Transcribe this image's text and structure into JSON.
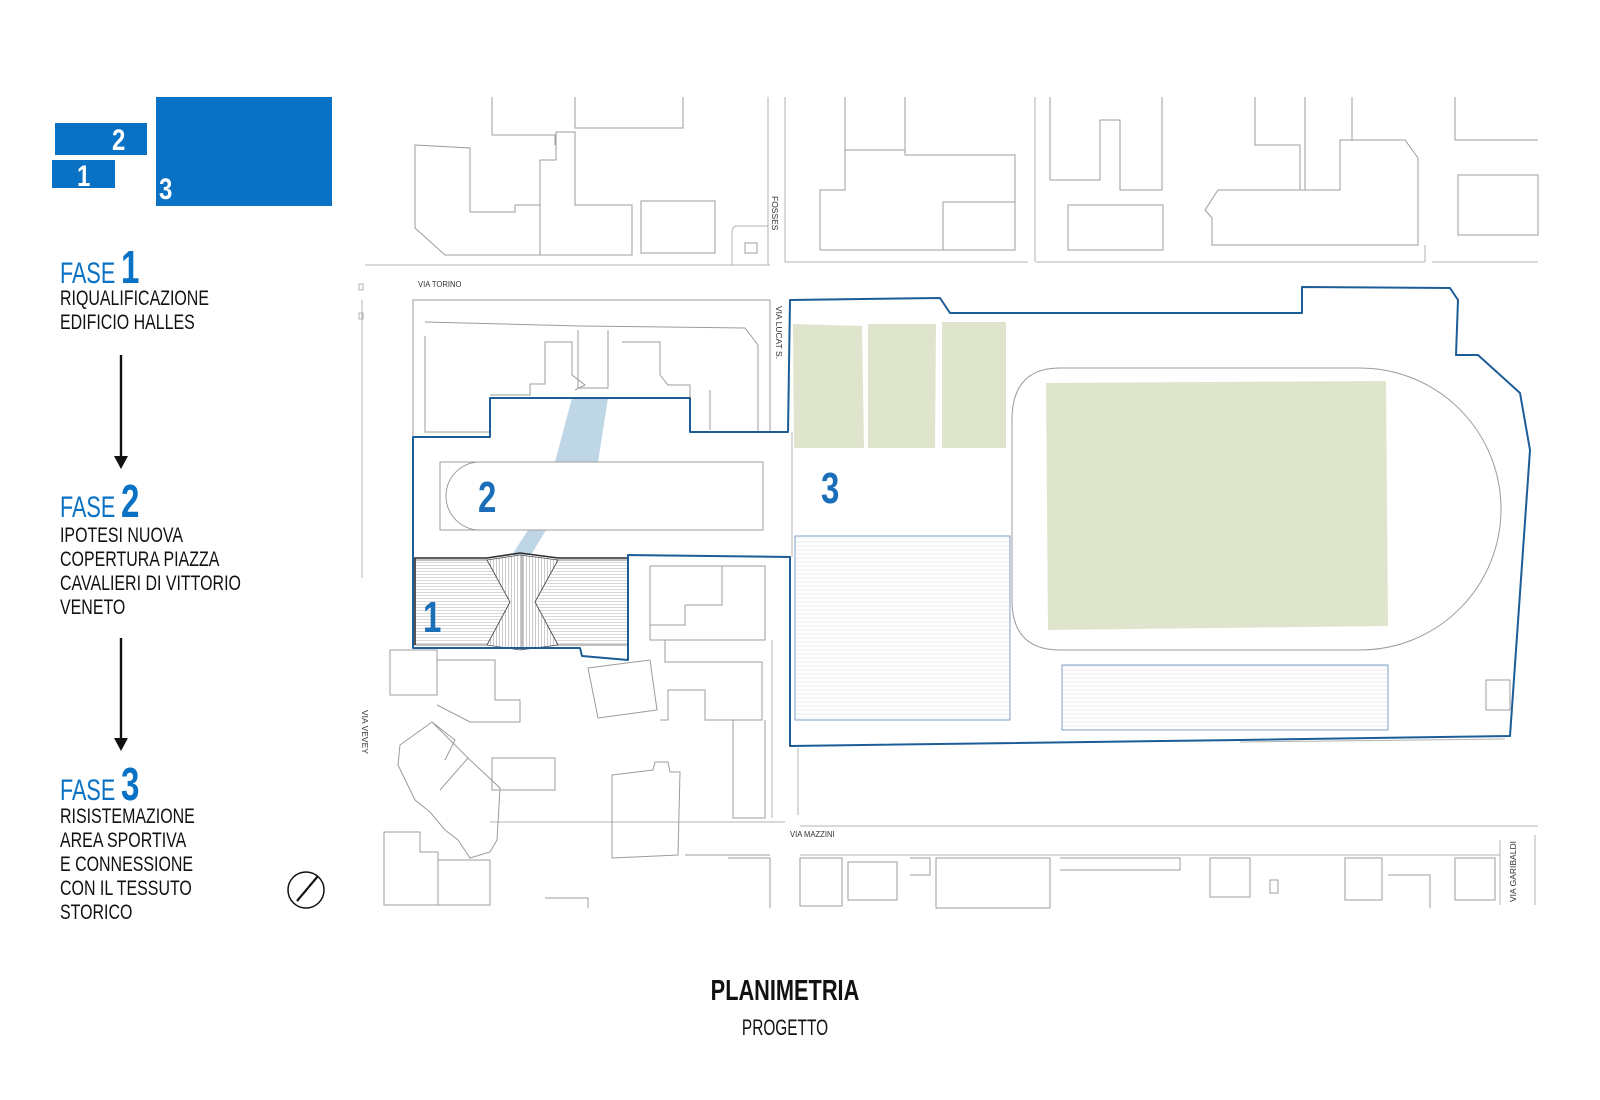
{
  "legend": {
    "blocks": [
      {
        "label": "2"
      },
      {
        "label": "1"
      },
      {
        "label": "3"
      }
    ]
  },
  "phases": [
    {
      "word": "FASE",
      "number": "1",
      "description": [
        "RIQUALIFICAZIONE",
        "EDIFICIO HALLES"
      ]
    },
    {
      "word": "FASE",
      "number": "2",
      "description": [
        "IPOTESI NUOVA",
        "COPERTURA PIAZZA",
        "CAVALIERI DI VITTORIO",
        "VENETO"
      ]
    },
    {
      "word": "FASE",
      "number": "3",
      "description": [
        "RISISTEMAZIONE",
        "AREA SPORTIVA",
        "E CONNESSIONE",
        "CON IL TESSUTO",
        "STORICO"
      ]
    }
  ],
  "map": {
    "streets": {
      "via_torino": "VIA TORINO",
      "fosses": "FOSSES",
      "via_lucat": "VIA LUCAT S.",
      "via_vevey": "VIA VEVEY",
      "via_mazzini": "VIA MAZZINI",
      "via_garibaldi": "VIA GARIBALDI"
    },
    "area_labels": {
      "area_1": "1",
      "area_2": "2",
      "area_3": "3"
    }
  },
  "title": "PLANIMETRIA",
  "subtitle": "PROGETTO",
  "colors": {
    "phase_blue": "#0a72c4",
    "label_blue": "#1b6fb8",
    "perimeter": "#1d5d97",
    "field_green": "#dfe4cc",
    "connection": "#a9c8de",
    "outline": "#9c9c9c"
  },
  "icons": {
    "north": "north-arrow-icon",
    "phase_arrow": "down-arrow-icon"
  }
}
